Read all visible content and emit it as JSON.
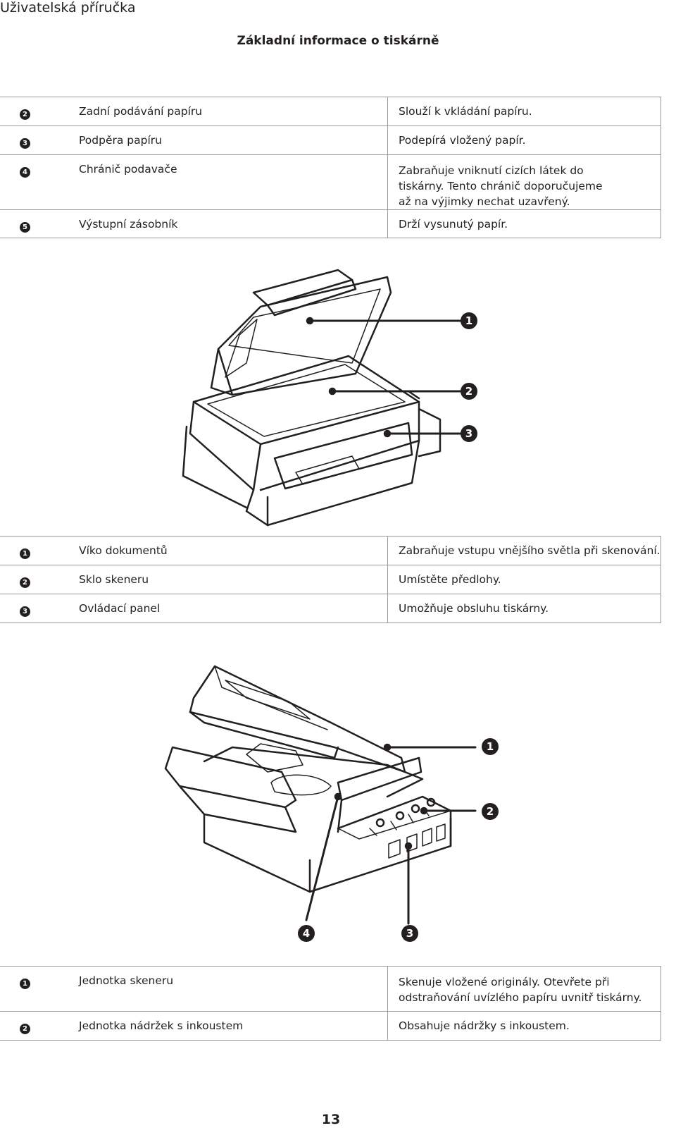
{
  "header": {
    "running_title": "Uživatelská příručka"
  },
  "section_title": "Základní informace o tiskárně",
  "table1": [
    {
      "num": "2",
      "name": "Zadní podávání papíru",
      "desc": "Slouží k vkládání papíru."
    },
    {
      "num": "3",
      "name": "Podpěra papíru",
      "desc": "Podepírá vložený papír."
    },
    {
      "num": "4",
      "name": "Chránič podavače",
      "desc": "Zabraňuje vniknutí cizích látek do tiskárny. Tento chránič doporučujeme až na výjimky nechat uzavřený."
    },
    {
      "num": "5",
      "name": "Výstupní zásobník",
      "desc": "Drží vysunutý papír."
    }
  ],
  "figure1": {
    "callouts": [
      "1",
      "2",
      "3"
    ]
  },
  "table2": [
    {
      "num": "1",
      "name": "Víko dokumentů",
      "desc": "Zabraňuje vstupu vnějšího světla při skenování."
    },
    {
      "num": "2",
      "name": "Sklo skeneru",
      "desc": "Umístěte předlohy."
    },
    {
      "num": "3",
      "name": "Ovládací panel",
      "desc": "Umožňuje obsluhu tiskárny."
    }
  ],
  "figure2": {
    "callouts": [
      "1",
      "2",
      "4",
      "3"
    ]
  },
  "table3": [
    {
      "num": "1",
      "name": "Jednotka skeneru",
      "desc": "Skenuje vložené originály. Otevřete při odstraňování uvízlého papíru uvnitř tiskárny."
    },
    {
      "num": "2",
      "name": "Jednotka nádržek s inkoustem",
      "desc": "Obsahuje nádržky s inkoustem."
    }
  ],
  "page_number": "13"
}
